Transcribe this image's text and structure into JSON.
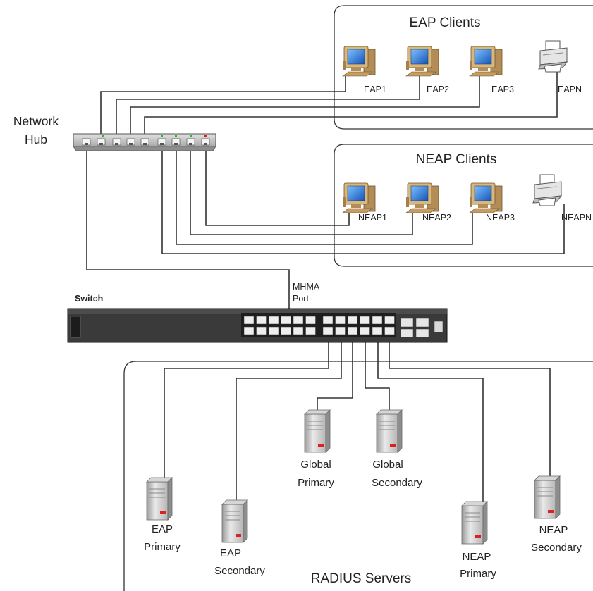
{
  "groups": {
    "eap_clients": "EAP Clients",
    "neap_clients": "NEAP Clients",
    "radius_servers": "RADIUS Servers"
  },
  "hub": {
    "line1": "Network",
    "line2": "Hub"
  },
  "switch": {
    "label": "Switch",
    "port_line1": "MHMA",
    "port_line2": "Port"
  },
  "eap_devices": [
    "EAP1",
    "EAP2",
    "EAP3",
    "EAPN"
  ],
  "neap_devices": [
    "NEAP1",
    "NEAP2",
    "NEAP3",
    "NEAPN"
  ],
  "servers": {
    "global_primary": [
      "Global",
      "Primary"
    ],
    "global_secondary": [
      "Global",
      "Secondary"
    ],
    "eap_primary": [
      "EAP",
      "Primary"
    ],
    "eap_secondary": [
      "EAP",
      "Secondary"
    ],
    "neap_primary": [
      "NEAP",
      "Primary"
    ],
    "neap_secondary": [
      "NEAP",
      "Secondary"
    ]
  },
  "icons": {
    "client": "desktop-computer-icon",
    "printer": "printer-icon",
    "server": "server-tower-icon",
    "hub": "network-hub-icon",
    "switch": "network-switch-icon"
  },
  "colors": {
    "monitor_screen": "#1f6fd6",
    "computer_body": "#c8a46a",
    "server_led": "#e02020",
    "hub_body": "#c7c7c7",
    "switch_body": "#2e2e2e",
    "group_border": "#333333"
  }
}
